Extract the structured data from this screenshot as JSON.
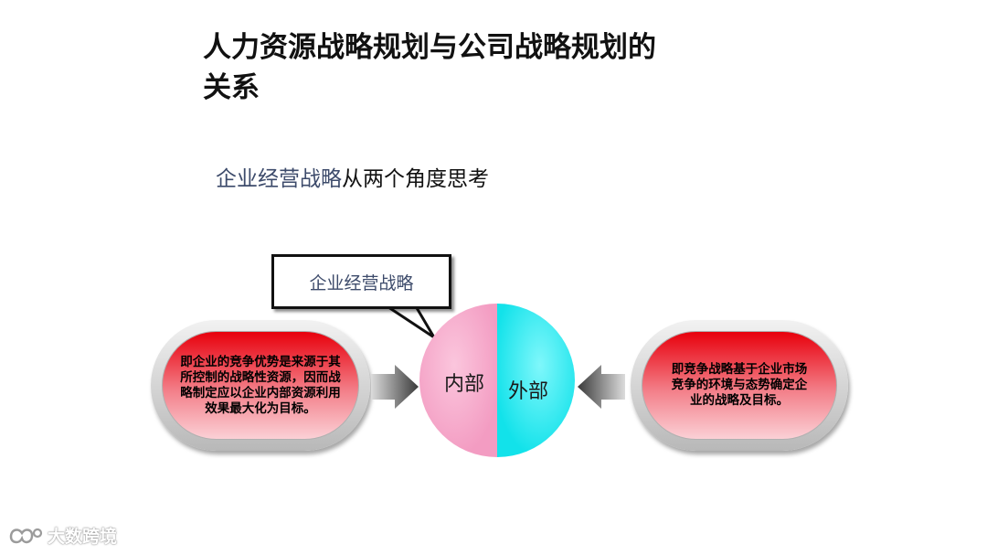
{
  "slide": {
    "title": "人力资源战略规划与公司战略规划的关系",
    "subtitle_accent": "企业经营战略",
    "subtitle_rest": "从两个角度思考"
  },
  "diagram": {
    "callout_label": "企业经营战略",
    "circle": {
      "left_label": "内部",
      "right_label": "外部",
      "left_color": "#f5a3c7",
      "right_color": "#1fe8f0"
    },
    "left_box_text": "即企业的竞争优势是来源于其所控制的战略性资源，因而战略制定应以企业内部资源利用效果最大化为目标。",
    "right_box_text": "即竞争战略基于企业市场竞争的环境与态势确定企业的战略及目标。",
    "box_colors": {
      "top": "#e8000c",
      "bottom": "#fbd0d6"
    }
  },
  "watermark": {
    "text": "大数跨境"
  }
}
